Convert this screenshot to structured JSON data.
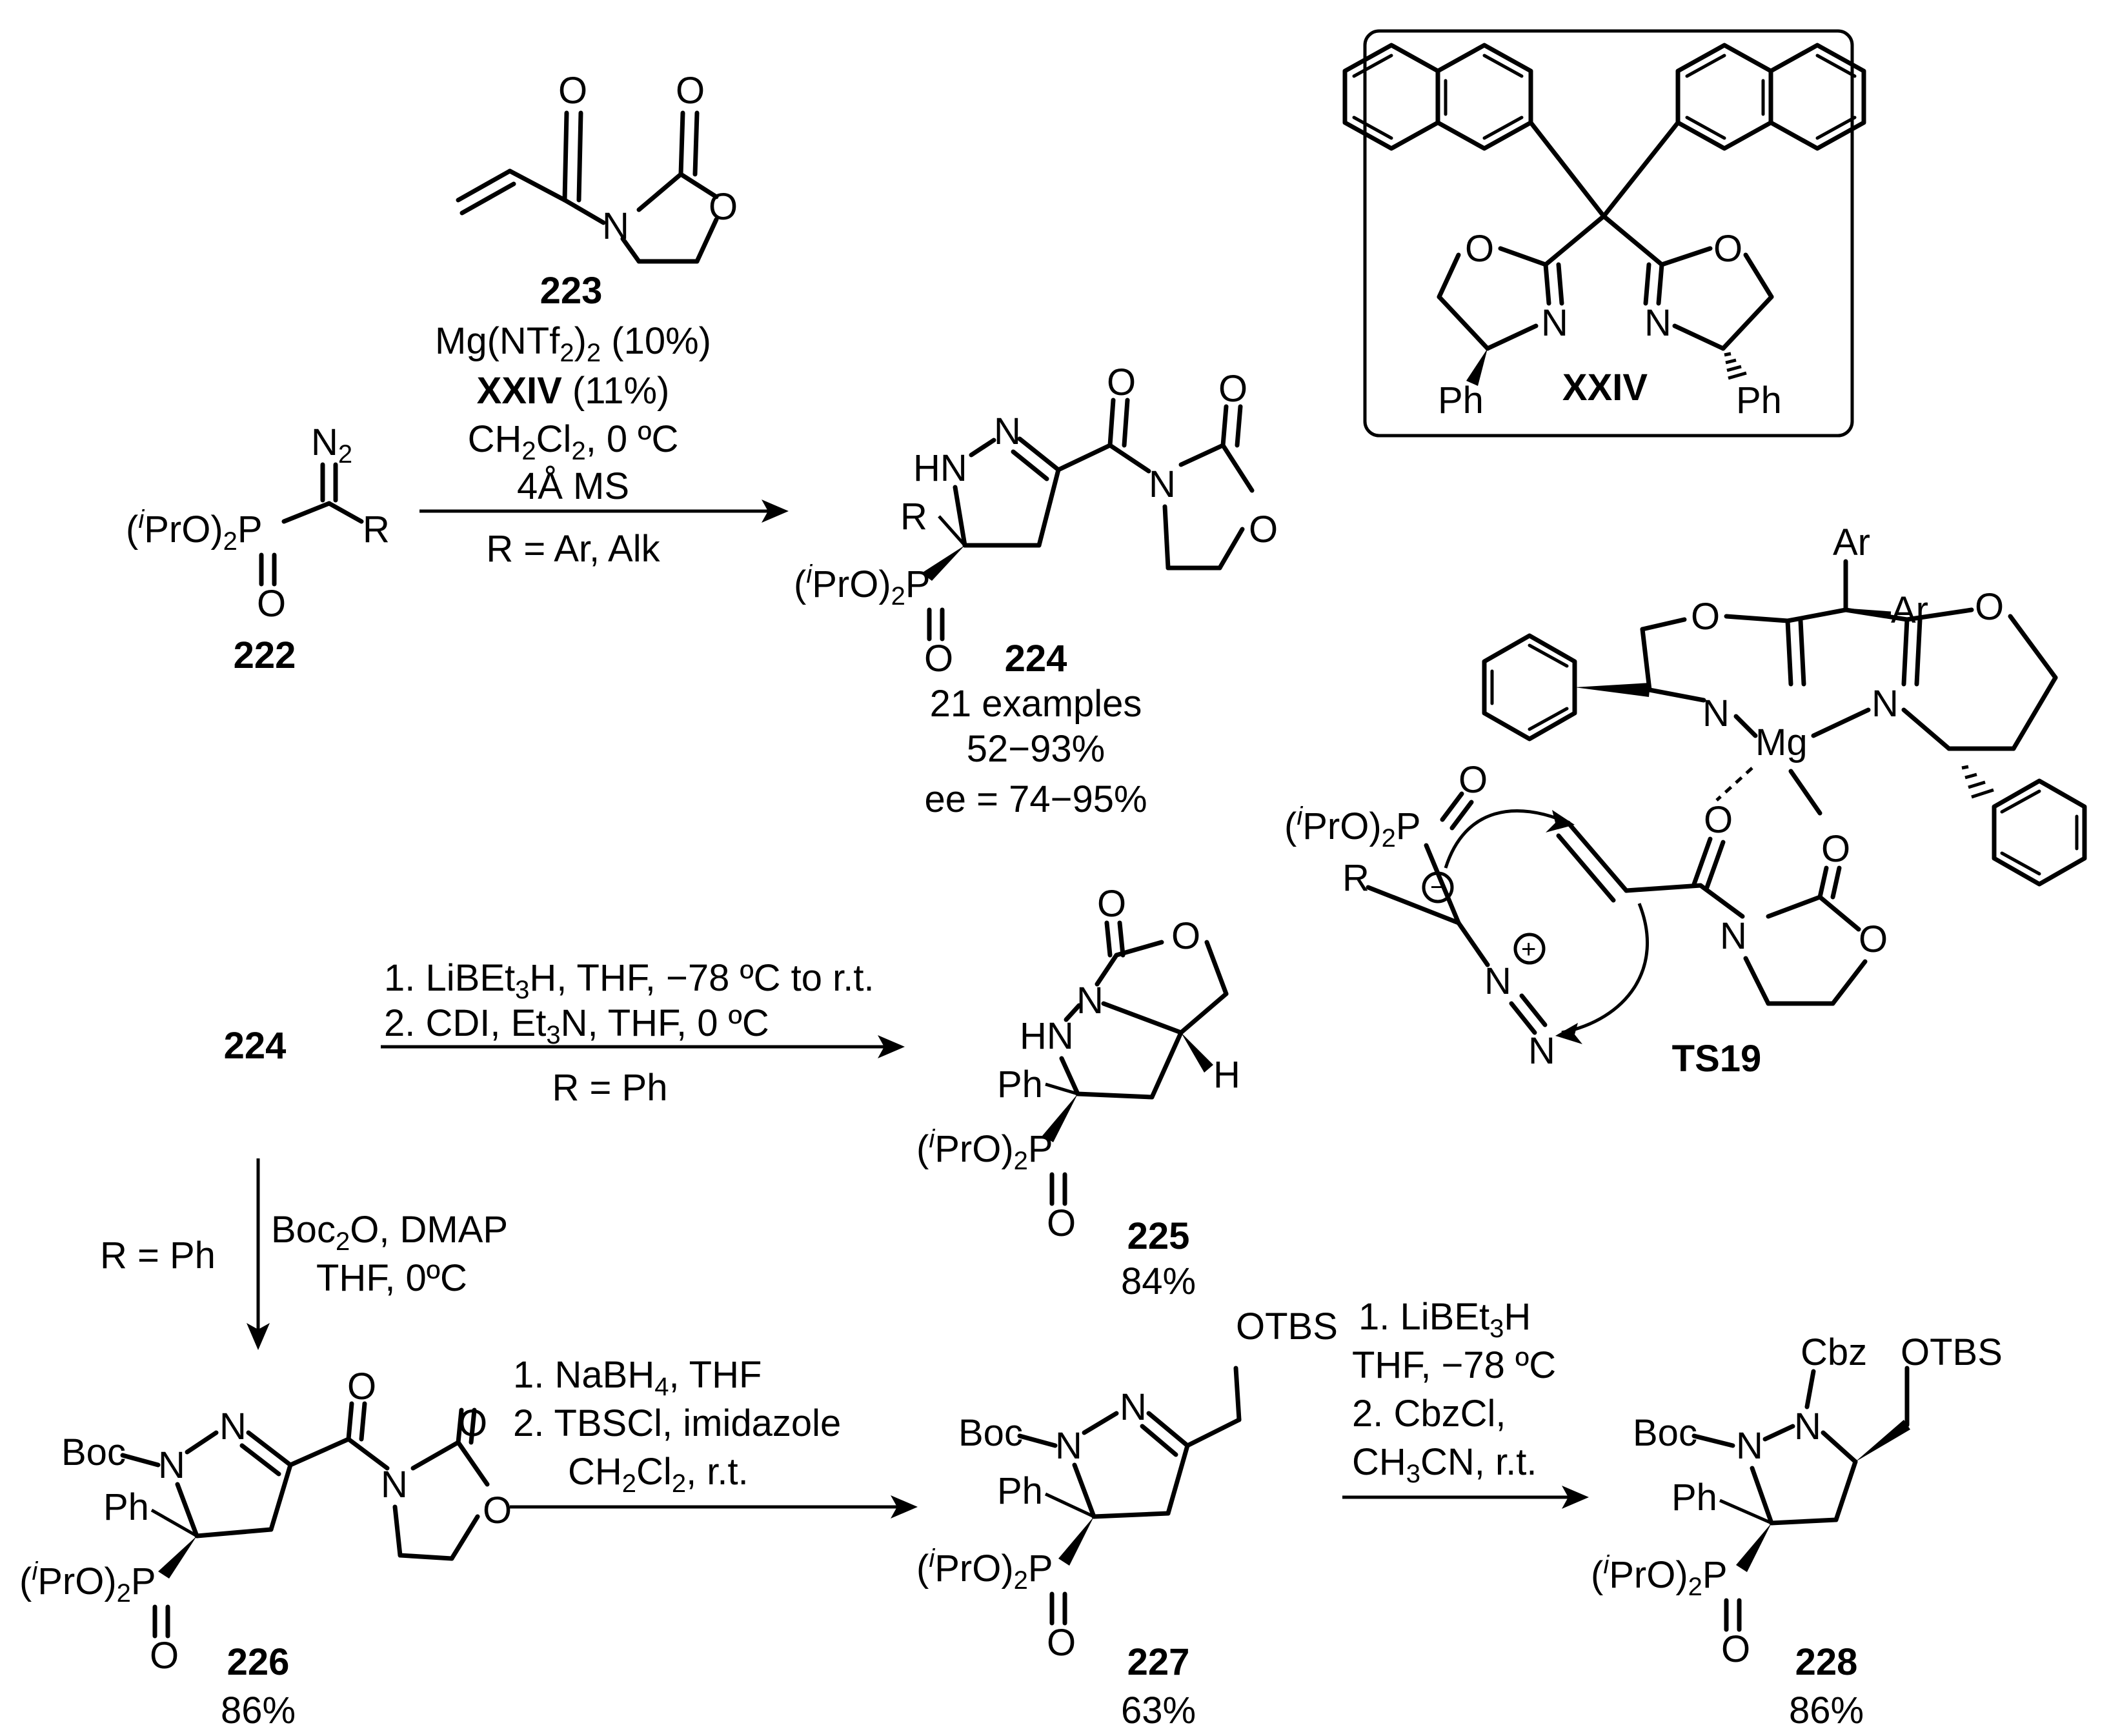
{
  "compounds": {
    "c222": "222",
    "c223": "223",
    "c224": "224",
    "c224_start": "224",
    "c225": "225",
    "c226": "226",
    "c227": "227",
    "c228": "228",
    "ligand": "XXIV",
    "ts": "TS19"
  },
  "atoms": {
    "O": "O",
    "N": "N",
    "N2": "N",
    "N2_sub": "2",
    "R": "R",
    "P": "P",
    "HN": "HN",
    "H": "H",
    "Ph": "Ph",
    "Ar": "Ar",
    "Mg": "Mg",
    "Boc": "Boc",
    "Cbz": "Cbz",
    "OTBS": "OTBS",
    "iPrO_open": "(",
    "iPrO_i": "i",
    "iPrO_rest": "PrO)",
    "iPrO_sub": "2",
    "minus": "−",
    "plus": "+"
  },
  "conditions": {
    "step1": {
      "catalyst_a": "Mg(NTf",
      "catalyst_a_sub": "2",
      "catalyst_a_rest": ")",
      "catalyst_a_sub2": "2",
      "catalyst_a_tail": " (10%)",
      "ligand_bold": "XXIV",
      "ligand_tail": " (11%)",
      "solvent_a": "CH",
      "solvent_sub1": "2",
      "solvent_b": "Cl",
      "solvent_sub2": "2",
      "solvent_tail": ", 0 ºC",
      "sieves": "4Å MS",
      "scope": "R = Ar, Alk"
    },
    "step2": {
      "line1a": "1. LiBEt",
      "line1_sub": "3",
      "line1b": "H, THF, −78 ºC to r.t.",
      "line2a": "2. CDI, Et",
      "line2_sub": "3",
      "line2b": "N, THF, 0 ºC",
      "line3": "R = Ph"
    },
    "step3": {
      "left": "R = Ph",
      "line1a": "Boc",
      "line1_sub": "2",
      "line1b": "O, DMAP",
      "line2": "THF, 0ºC"
    },
    "step4": {
      "line1a": "1. NaBH",
      "line1_sub": "4",
      "line1b": ", THF",
      "line2": "2. TBSCl, imidazole",
      "line3a": "CH",
      "line3_sub1": "2",
      "line3b": "Cl",
      "line3_sub2": "2",
      "line3c": ", r.t."
    },
    "step5": {
      "line1a": "1. LiBEt",
      "line1_sub": "3",
      "line1b": "H",
      "line2": "THF, −78 ºC",
      "line3": "2. CbzCl,",
      "line4a": "CH",
      "line4_sub": "3",
      "line4b": "CN, r.t."
    }
  },
  "results": {
    "r224_examples": "21 examples",
    "r224_yield": "52−93%",
    "r224_ee": "ee = 74−95%",
    "r225": "84%",
    "r226": "86%",
    "r227": "63%",
    "r228": "86%"
  }
}
